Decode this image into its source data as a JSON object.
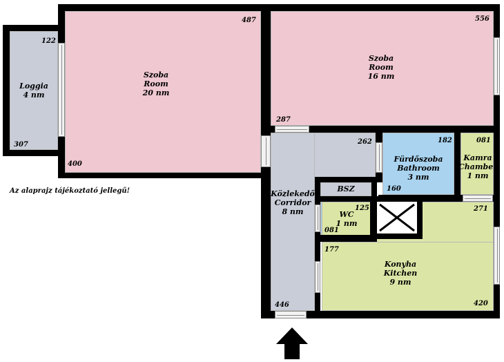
{
  "note": "Az alaprajz tájékoztató jellegű!",
  "rooms": {
    "loggia": {
      "name": "Loggia",
      "area": "4 nm",
      "dims": [
        "122",
        "307"
      ]
    },
    "room20": {
      "name_hu": "Szoba",
      "name_en": "Room",
      "area": "20 nm",
      "dims": [
        "487",
        "400"
      ]
    },
    "room16": {
      "name_hu": "Szoba",
      "name_en": "Room",
      "area": "16 nm",
      "dims": [
        "556",
        "287"
      ]
    },
    "bathroom": {
      "name_hu": "Fürdőszoba",
      "name_en": "Bathroom",
      "area": "3 nm",
      "dims": [
        "182",
        "160"
      ]
    },
    "chamber": {
      "name_hu": "Kamra",
      "name_en": "Chamber",
      "area": "1 nm",
      "dims": [
        "081"
      ]
    },
    "corridor": {
      "name_hu": "Közlekedő",
      "name_en": "Corridor",
      "area": "8 nm",
      "dims": [
        "262",
        "446"
      ]
    },
    "bsz": {
      "label": "BSZ"
    },
    "wc": {
      "name": "WC",
      "area": "1 nm",
      "dims": [
        "125",
        "081"
      ]
    },
    "kitchen": {
      "name_hu": "Konyha",
      "name_en": "Kitchen",
      "area": "9 nm",
      "dims": [
        "271",
        "177",
        "420"
      ]
    }
  },
  "colors": {
    "wall": "#000000",
    "room": "#efc8d1",
    "corridor": "#c8cdd8",
    "wet": "#a9d3ef",
    "kitchen": "#dbe6a6"
  },
  "icons": {
    "entrance": "entrance-arrow-icon",
    "shaft": "shaft-cross-icon"
  }
}
